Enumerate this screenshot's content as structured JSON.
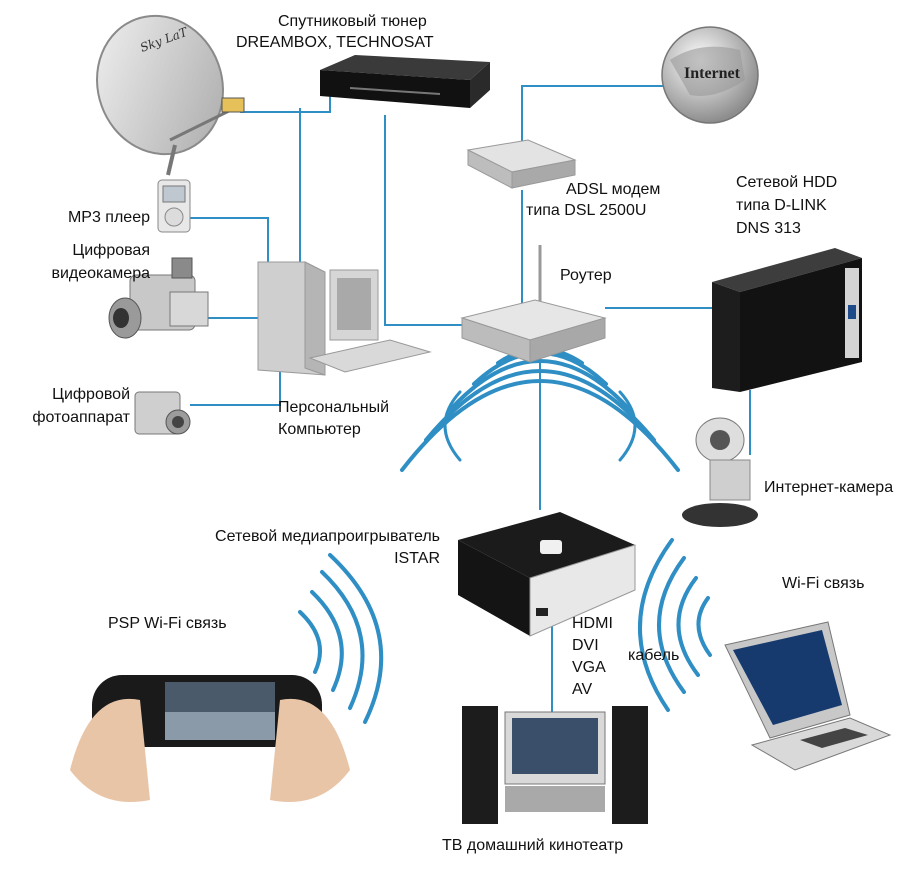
{
  "labels": {
    "tuner_line1": "Спутниковый тюнер",
    "tuner_line2": "DREAMBOX, TECHNOSAT",
    "internet": "Internet",
    "adsl_line1": "ADSL модем",
    "adsl_line2": "типа DSL 2500U",
    "hdd_line1": "Сетевой HDD",
    "hdd_line2": "типа D-LINK",
    "hdd_line3": "DNS 313",
    "router": "Роутер",
    "mp3": "MP3 плеер",
    "camcorder_line1": "Цифровая",
    "camcorder_line2": "видеокамера",
    "photo_line1": "Цифровой",
    "photo_line2": "фотоаппарат",
    "pc_line1": "Персональный",
    "pc_line2": "Компьютер",
    "webcam": "Интернет-камера",
    "media_line1": "Сетевой медиапроигрыватель",
    "media_line2": "ISTAR",
    "psp": "PSP Wi-Fi связь",
    "wifi": "Wi-Fi связь",
    "hdmi": "HDMI",
    "dvi": "DVI",
    "vga": "VGA",
    "av": "AV",
    "cable": "кабель",
    "tv": "ТВ домашний кинотеатр"
  },
  "colors": {
    "link_line": "#2f8fc4",
    "wifi_arc": "#2f8fc4",
    "device_grey": "#c9c9c9",
    "device_dark": "#1b1b1b"
  }
}
